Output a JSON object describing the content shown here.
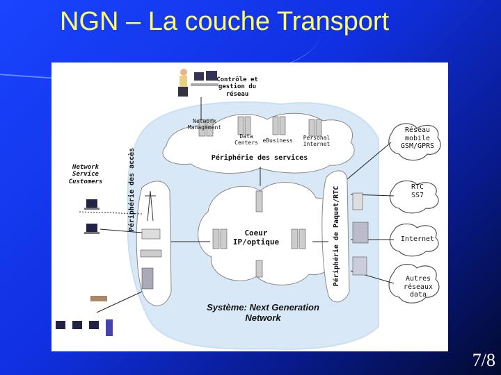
{
  "slide": {
    "title": "NGN – La couche Transport",
    "slide_number": "7/8"
  },
  "diagram": {
    "control": "Contrôle et gestion du réseau",
    "services": {
      "network_management": "Network Management",
      "data_centers": "Data Centers",
      "ebusiness": "eBusiness",
      "personal_internet": "Personal Internet",
      "edge_label": "Périphérie des services"
    },
    "customers": "Network Service Customers",
    "access_edge": "Périphérie des accès",
    "packet_edge": "Périphérie de Paquet/RTC",
    "core": "Coeur IP/optique",
    "system": "Système: Next Generation Network",
    "external_networks": [
      "Réseau mobile GSM/GPRS",
      "RTC SS7",
      "Internet",
      "Autres réseaux data"
    ]
  }
}
